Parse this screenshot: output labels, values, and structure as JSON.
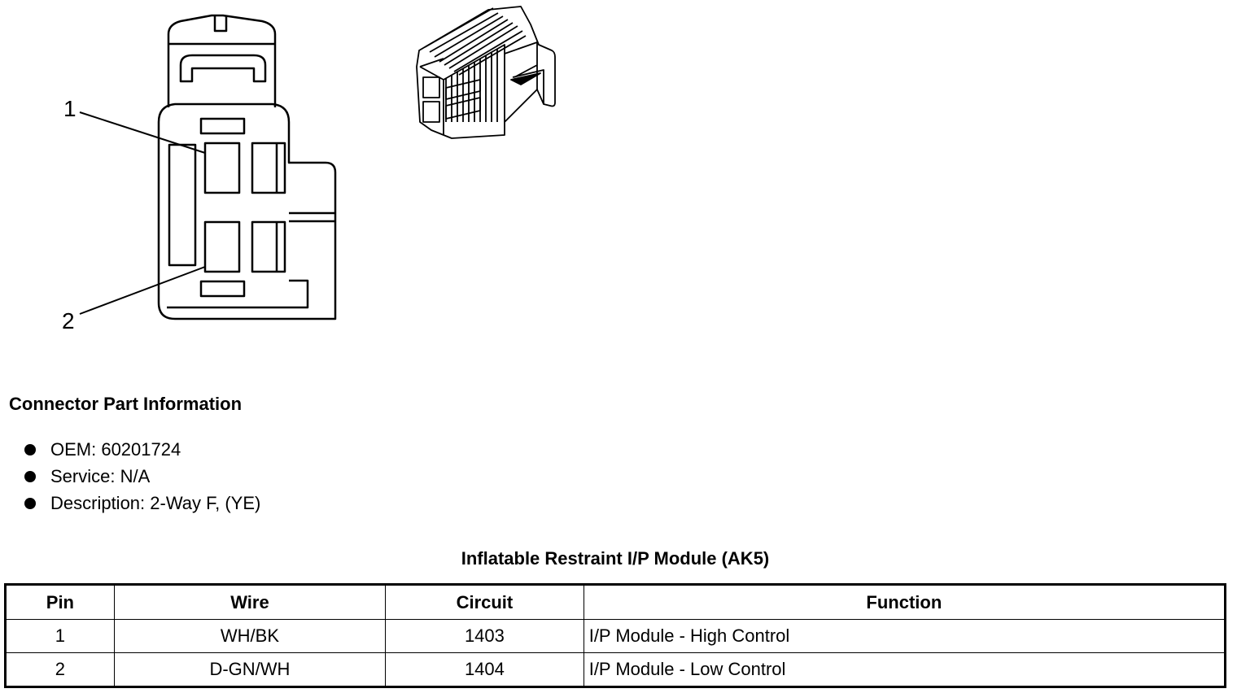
{
  "diagram": {
    "pin_callouts": [
      "1",
      "2"
    ]
  },
  "connector_info": {
    "heading": "Connector Part Information",
    "items": [
      "OEM: 60201724",
      "Service: N/A",
      "Description: 2-Way F, (YE)"
    ]
  },
  "table": {
    "title": "Inflatable Restraint I/P Module (AK5)",
    "headers": [
      "Pin",
      "Wire",
      "Circuit",
      "Function"
    ],
    "rows": [
      [
        "1",
        "WH/BK",
        "1403",
        "I/P Module - High Control"
      ],
      [
        "2",
        "D-GN/WH",
        "1404",
        "I/P Module - Low Control"
      ]
    ]
  }
}
